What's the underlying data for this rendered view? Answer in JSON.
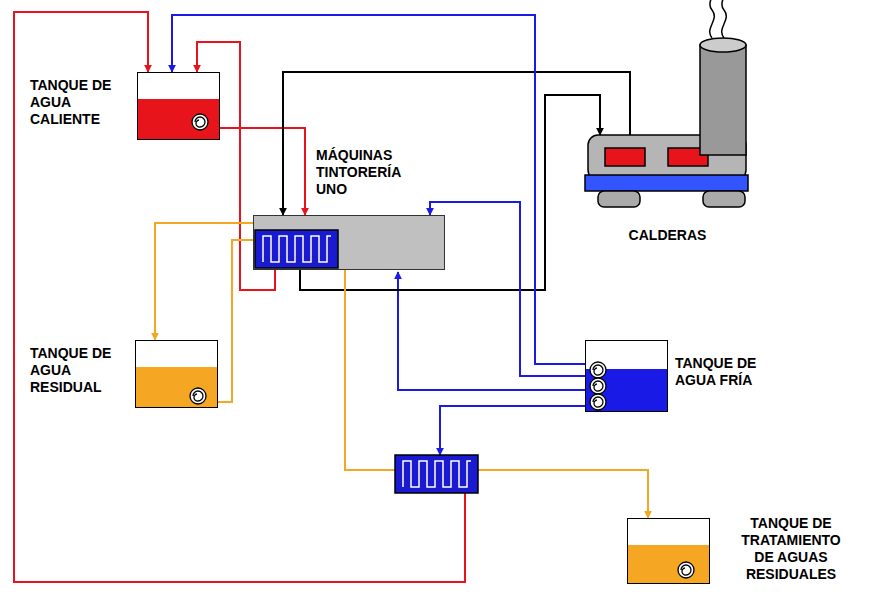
{
  "diagram": {
    "nodes": [
      {
        "text": [
          "TANQUE DE AGUA CALIENTE"
        ]
      },
      {
        "text": [
          "MÁQUINAS TINTORERÍA UNO"
        ]
      },
      {
        "text": [
          "CALDERAS"
        ]
      },
      {
        "text": [
          "TANQUE DE AGUA RESIDUAL"
        ]
      },
      {
        "text": [
          "TANQUE DE AGUA FRÍA"
        ]
      },
      {
        "text": [
          "TANQUE DE TRATAMIENTO DE AGUAS RESIDUALES"
        ]
      }
    ],
    "edges": [
      {
        "from": 0,
        "to": 1,
        "arrow": "to"
      },
      {
        "from": 2,
        "to": 1,
        "arrow": "to"
      },
      {
        "from": 1,
        "to": 2,
        "arrow": "to"
      },
      {
        "from": 4,
        "to": 0,
        "arrow": "to"
      },
      {
        "from": 4,
        "to": 1,
        "arrow": "to"
      },
      {
        "from": 1,
        "to": 3,
        "arrow": "to"
      },
      {
        "from": 3,
        "to": 5,
        "arrow": "to"
      }
    ]
  }
}
